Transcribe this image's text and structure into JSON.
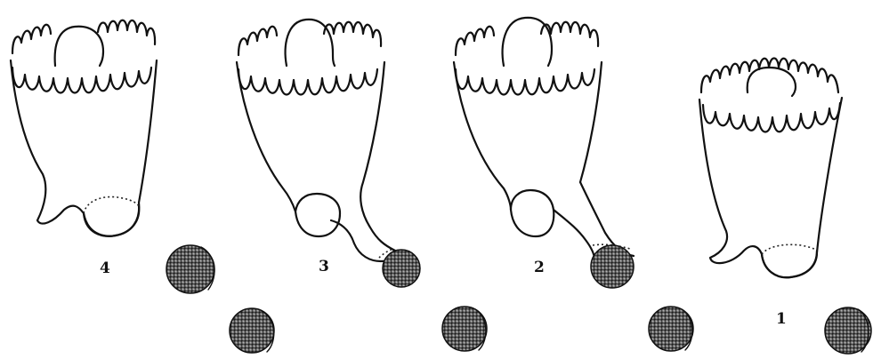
{
  "stages": [
    {
      "id": "stage-4",
      "label": "4"
    },
    {
      "id": "stage-3",
      "label": "3"
    },
    {
      "id": "stage-2",
      "label": "2"
    },
    {
      "id": "stage-1",
      "label": "1"
    }
  ],
  "colors": {
    "ink": "#111111",
    "particle_dark": "#1a1a1a",
    "particle_mid": "#6a6a6a",
    "particle_light": "#bdbdbd",
    "background": "#ffffff"
  }
}
